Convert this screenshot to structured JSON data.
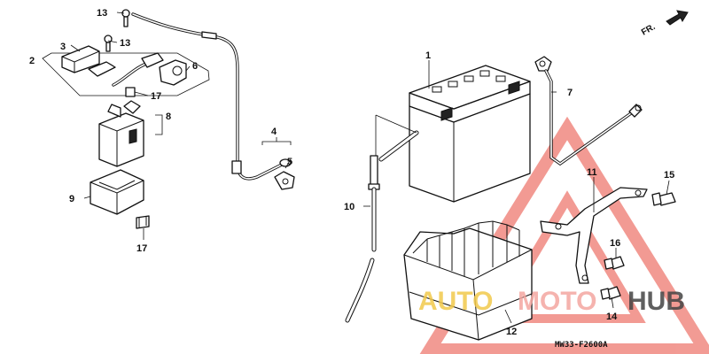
{
  "diagram": {
    "callouts": {
      "c1": "1",
      "c2": "2",
      "c3": "3",
      "c4": "4",
      "c5": "5",
      "c6": "6",
      "c7": "7",
      "c8": "8",
      "c9": "9",
      "c10": "10",
      "c11": "11",
      "c12": "12",
      "c13a": "13",
      "c13b": "13",
      "c14": "14",
      "c15": "15",
      "c16": "16",
      "c17a": "17",
      "c17b": "17"
    },
    "direction_label": "FR.",
    "drawing_code": "MW33-F2600A",
    "watermark": {
      "part1": "AUTO",
      "part2": "MOTO",
      "part3": "HUB",
      "colors": {
        "auto": "#f2c94c",
        "moto": "#f4a6a0",
        "hub": "#444444",
        "triangle": "#e8493c"
      }
    }
  }
}
